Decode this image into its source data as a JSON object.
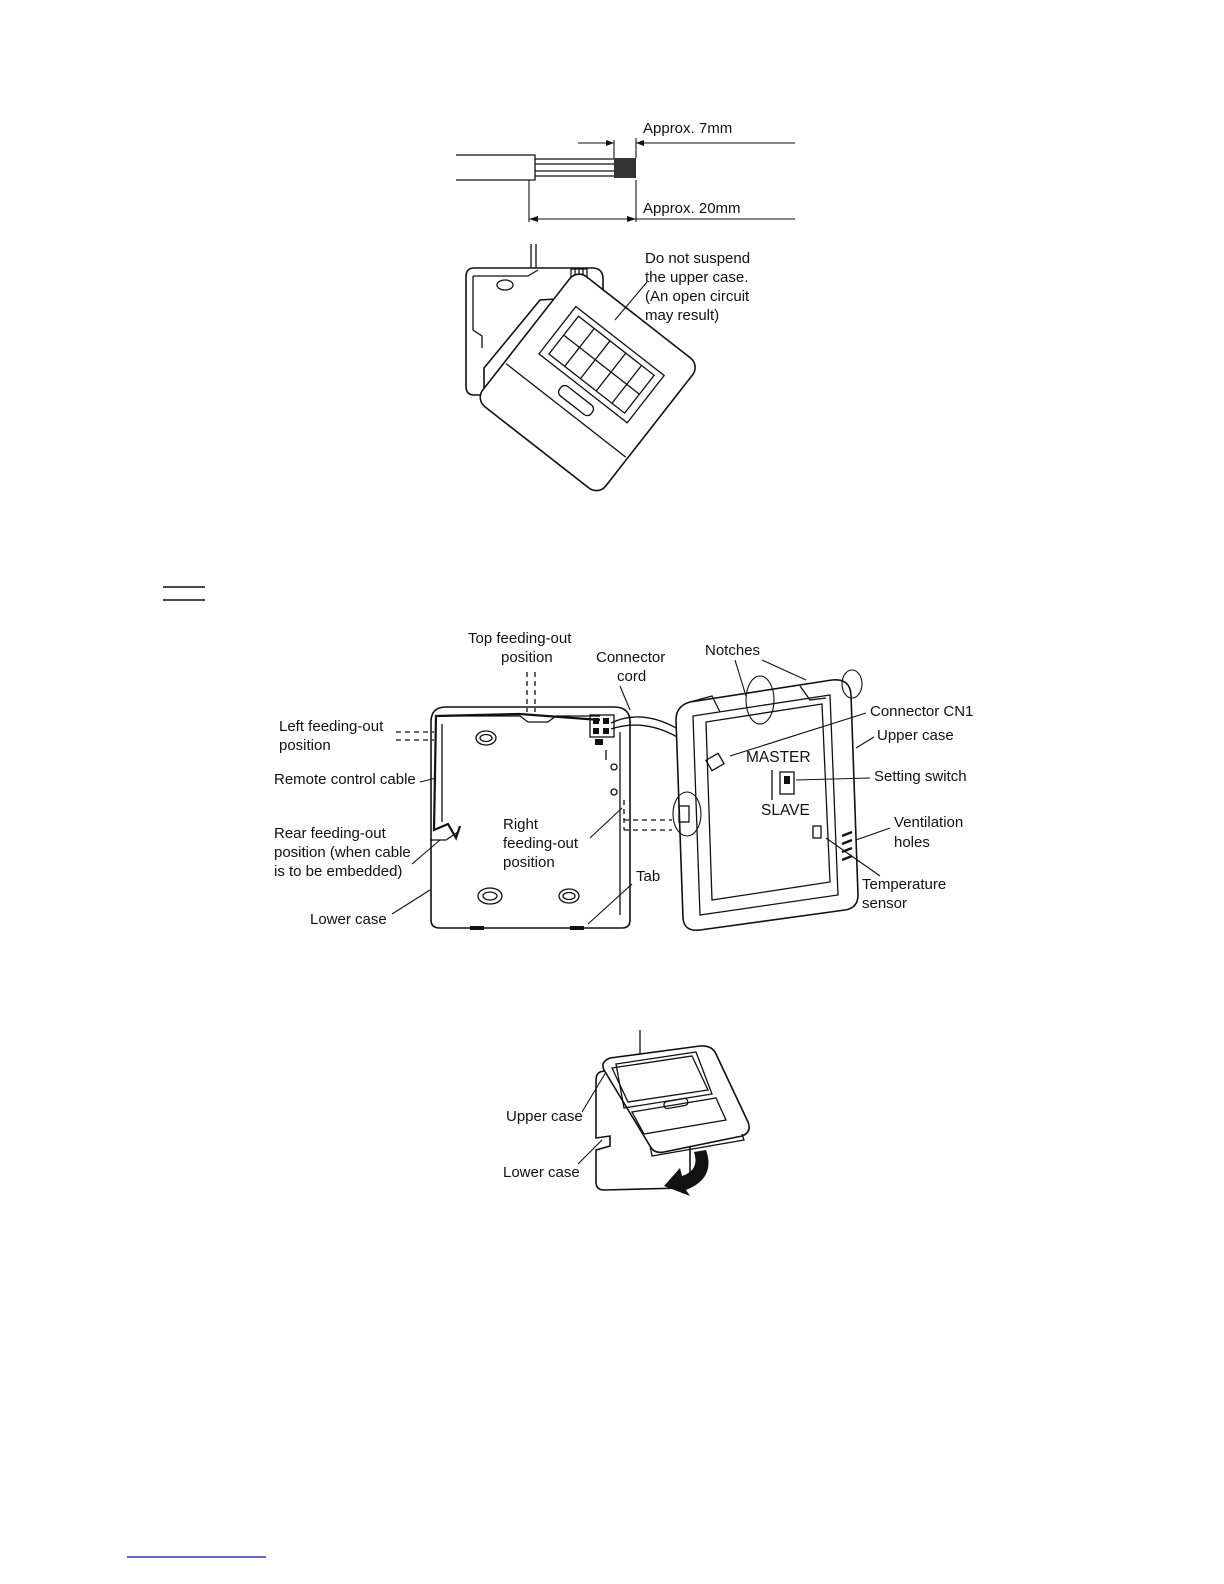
{
  "strip_figure": {
    "dim_short": "Approx. 7mm",
    "dim_long": "Approx. 20mm"
  },
  "suspend_figure": {
    "warning_lines": [
      "Do not suspend",
      "the upper case.",
      "(An open circuit",
      "may result)"
    ]
  },
  "open_case_figure": {
    "labels": {
      "top_feed_1": "Top feeding-out",
      "top_feed_2": "position",
      "connector_cord_1": "Connector",
      "connector_cord_2": "cord",
      "notches": "Notches",
      "connector_cn1": "Connector CN1",
      "upper_case": "Upper case",
      "master": "MASTER",
      "setting_switch": "Setting switch",
      "slave": "SLAVE",
      "ventilation_1": "Ventilation",
      "ventilation_2": "holes",
      "temp_sensor_1": "Temperature",
      "temp_sensor_2": "sensor",
      "left_feed_1": "Left feeding-out",
      "left_feed_2": "position",
      "remote_cable": "Remote control cable",
      "rear_feed_1": "Rear feeding-out",
      "rear_feed_2": "position (when cable",
      "rear_feed_3": "is to be embedded)",
      "right_feed_1": "Right",
      "right_feed_2": "feeding-out",
      "right_feed_3": "position",
      "tab": "Tab",
      "lower_case": "Lower case"
    }
  },
  "attach_figure": {
    "upper_case": "Upper case",
    "lower_case": "Lower case"
  }
}
